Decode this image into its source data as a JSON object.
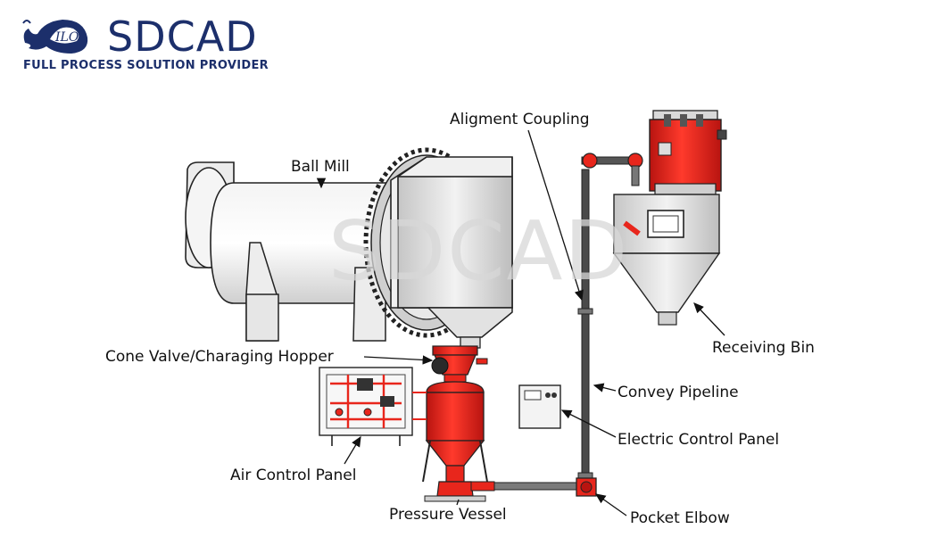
{
  "brand": {
    "name": "SDCAD",
    "tagline": "FULL PROCESS SOLUTION PROVIDER",
    "color": "#1c2f6b"
  },
  "watermark": "SDCAD",
  "labels": {
    "ball_mill": "Ball Mill",
    "alignment_coupling": "Aligment Coupling",
    "cone_valve": "Cone Valve/Charaging Hopper",
    "receiving_bin": "Receiving Bin",
    "convey_pipeline": "Convey Pipeline",
    "electric_control_panel": "Electric Control Panel",
    "air_control_panel": "Air Control Panel",
    "pressure_vessel": "Pressure Vessel",
    "pocket_elbow": "Pocket Elbow"
  },
  "colors": {
    "equipment_red": "#e8261c",
    "steel_gray": "#d4d4d4",
    "pipe_dark": "#3a3a3a"
  }
}
